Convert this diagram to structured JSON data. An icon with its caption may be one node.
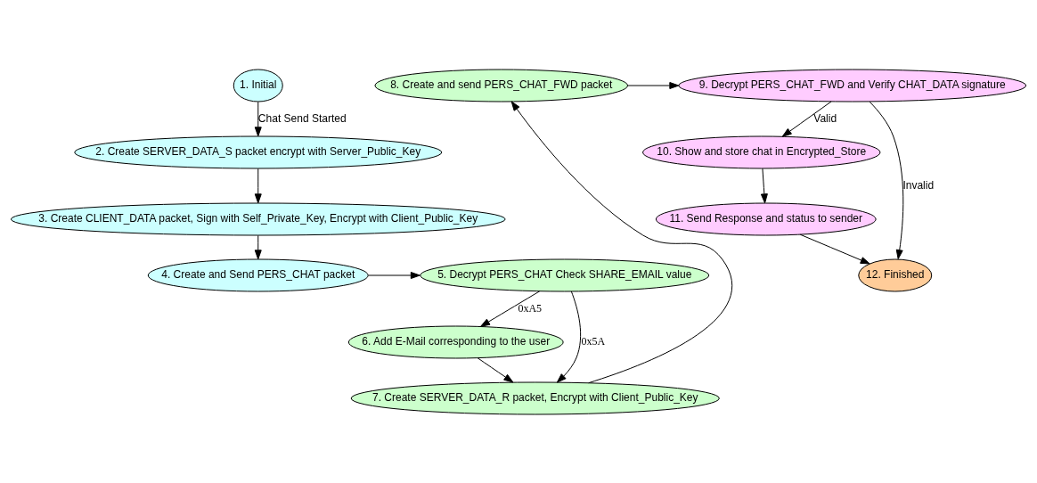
{
  "diagram": {
    "nodes": [
      {
        "text": [
          "1. Initial"
        ]
      },
      {
        "text": [
          "2. Create SERVER_DATA_S packet encrypt with Server_Public_Key"
        ]
      },
      {
        "text": [
          "3. Create CLIENT_DATA packet, Sign with Self_Private_Key, Encrypt with Client_Public_Key"
        ]
      },
      {
        "text": [
          "4. Create and Send PERS_CHAT packet"
        ]
      },
      {
        "text": [
          "5. Decrypt PERS_CHAT Check SHARE_EMAIL value"
        ]
      },
      {
        "text": [
          "6. Add E-Mail corresponding to the user"
        ]
      },
      {
        "text": [
          "7. Create SERVER_DATA_R packet, Encrypt with Client_Public_Key"
        ]
      },
      {
        "text": [
          "8. Create and send PERS_CHAT_FWD packet"
        ]
      },
      {
        "text": [
          "9. Decrypt PERS_CHAT_FWD and Verify CHAT_DATA signature"
        ]
      },
      {
        "text": [
          "10. Show and store chat in Encrypted_Store"
        ]
      },
      {
        "text": [
          "11. Send Response and status to sender"
        ]
      },
      {
        "text": [
          "12. Finished"
        ]
      }
    ],
    "edges": [
      {
        "from": 0,
        "to": 1,
        "arrow": "to",
        "label": "Chat Send Started"
      },
      {
        "from": 1,
        "to": 2,
        "arrow": "to"
      },
      {
        "from": 2,
        "to": 3,
        "arrow": "to"
      },
      {
        "from": 3,
        "to": 4,
        "arrow": "to"
      },
      {
        "from": 4,
        "to": 6,
        "arrow": "to",
        "label": "0x5A"
      },
      {
        "from": 4,
        "to": 5,
        "arrow": "to",
        "label": "0xA5"
      },
      {
        "from": 5,
        "to": 6,
        "arrow": "to"
      },
      {
        "from": 6,
        "to": 7,
        "arrow": "to"
      },
      {
        "from": 7,
        "to": 8,
        "arrow": "to"
      },
      {
        "from": 8,
        "to": 9,
        "arrow": "to",
        "label": "Valid"
      },
      {
        "from": 8,
        "to": 11,
        "arrow": "to",
        "label": "Invalid"
      },
      {
        "from": 9,
        "to": 10,
        "arrow": "to"
      },
      {
        "from": 10,
        "to": 11,
        "arrow": "to"
      }
    ]
  }
}
